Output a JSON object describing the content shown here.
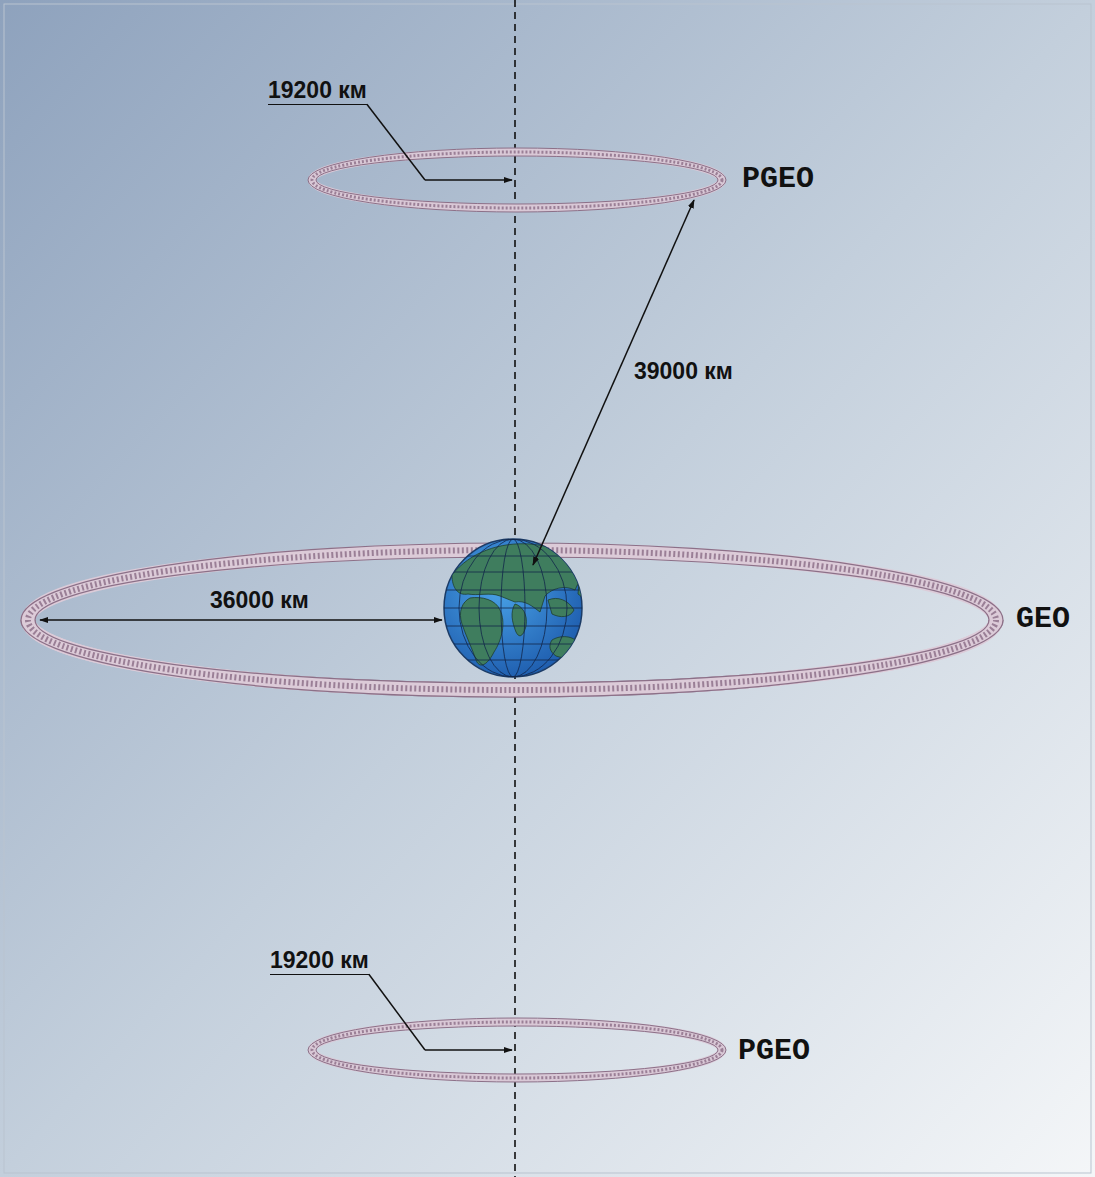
{
  "diagram": {
    "labels": [
      "19200 км",
      "PGEO",
      "39000 км",
      "36000 км",
      "GEO",
      "19200 км",
      "PGEO"
    ]
  }
}
